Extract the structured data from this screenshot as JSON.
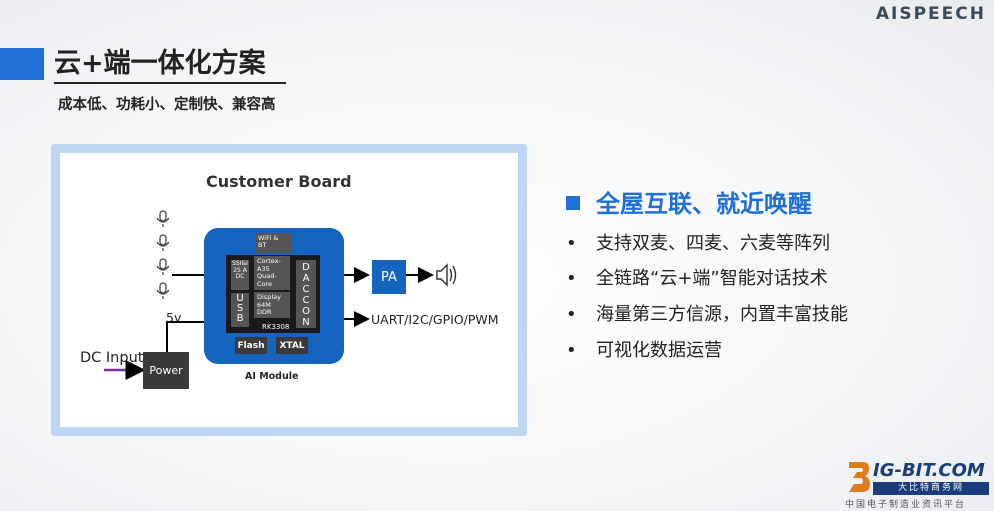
{
  "brand": "AISPEECH",
  "title": "云+端一体化方案",
  "subtitle": "成本低、功耗小、定制快、兼容高",
  "board": {
    "title": "Customer Board",
    "dc_input": "DC Input",
    "v5": "5v",
    "power": "Power",
    "pa": "PA",
    "interfaces": "UART/I2C/GPIO/PWM",
    "module_label": "AI Module",
    "chip": {
      "wifi": "WiFi & BT",
      "ssi": "SSI&I2S ADC",
      "usb": "USB",
      "cortex": "Cortex-A35 Quad-Core",
      "display": "Display 64M DDR",
      "dacc": "DACCON",
      "rk": "RK3308",
      "flash": "Flash",
      "xtal": "XTAL"
    },
    "icons": {
      "mic": "microphone-icon",
      "speaker": "speaker-icon"
    }
  },
  "features": {
    "title": "全屋互联、就近唤醒",
    "items": [
      "支持双麦、四麦、六麦等阵列",
      "全链路“云+端”智能对话技术",
      "海量第三方信源，内置丰富技能",
      "可视化数据运营"
    ]
  },
  "watermark": {
    "name": "IG-BIT.COM",
    "tag": "大比特商务网",
    "sub": "中国电子制造业资讯平台"
  },
  "colors": {
    "accent": "#1e70d8",
    "module": "#1565c0",
    "frame": "#bdd6f2",
    "power_line": "#7b2fa0"
  }
}
